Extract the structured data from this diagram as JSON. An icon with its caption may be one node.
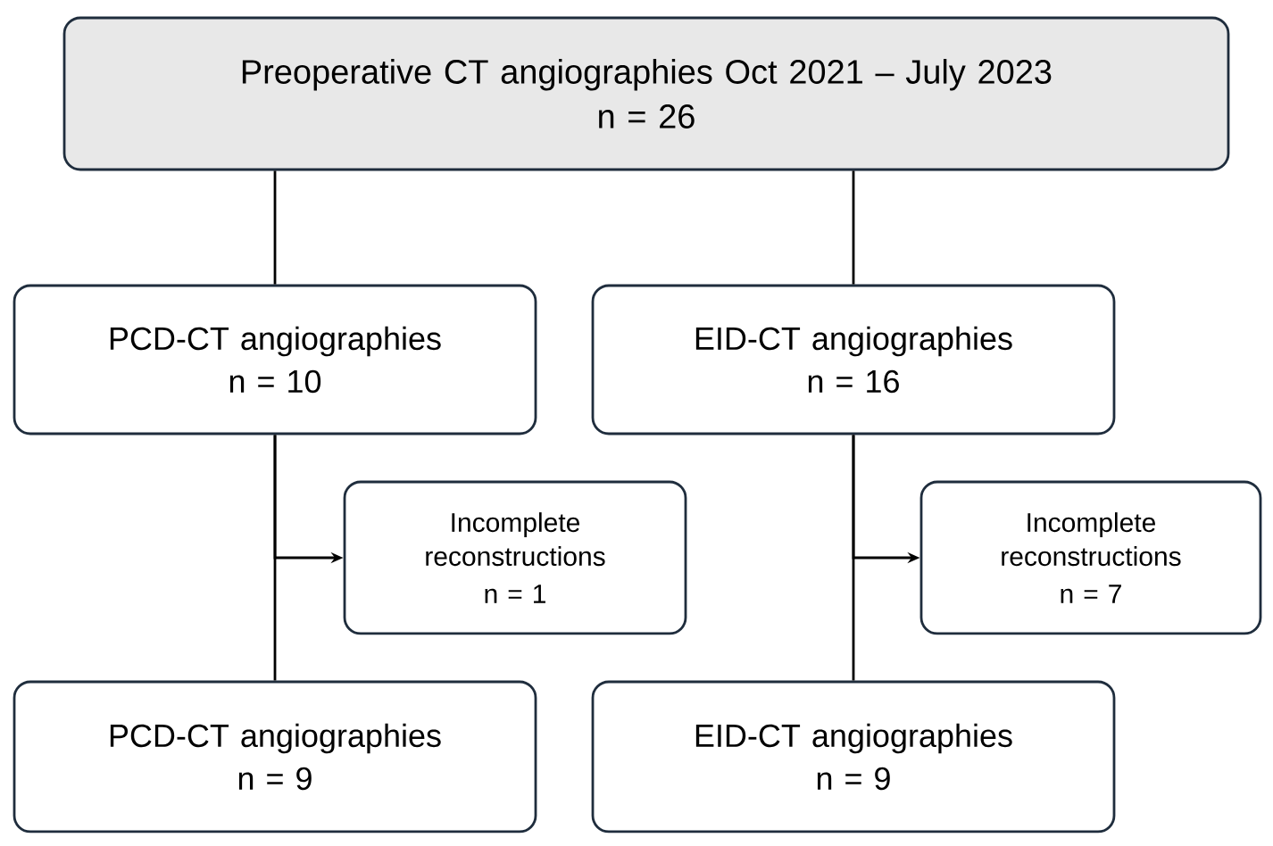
{
  "diagram": {
    "nodes": [
      {
        "text": [
          "Preoperative CT angiographies Oct 2021 – July 2023",
          "n = 26"
        ]
      },
      {
        "text": [
          "PCD-CT angiographies",
          "n = 10"
        ]
      },
      {
        "text": [
          "EID-CT angiographies",
          "n = 16"
        ]
      },
      {
        "text": [
          "Incomplete reconstructions",
          "n = 1"
        ]
      },
      {
        "text": [
          "Incomplete reconstructions",
          "n = 7"
        ]
      },
      {
        "text": [
          "PCD-CT angiographies",
          "n = 9"
        ]
      },
      {
        "text": [
          "EID-CT angiographies",
          "n = 9"
        ]
      }
    ],
    "edges": [
      {
        "from": 0,
        "to": 1,
        "arrow": "none"
      },
      {
        "from": 0,
        "to": 2,
        "arrow": "none"
      },
      {
        "from": 1,
        "to": 5,
        "arrow": "none"
      },
      {
        "from": 2,
        "to": 6,
        "arrow": "none"
      },
      {
        "from": 1,
        "to": 3,
        "arrow": "to"
      },
      {
        "from": 2,
        "to": 4,
        "arrow": "to"
      }
    ]
  }
}
